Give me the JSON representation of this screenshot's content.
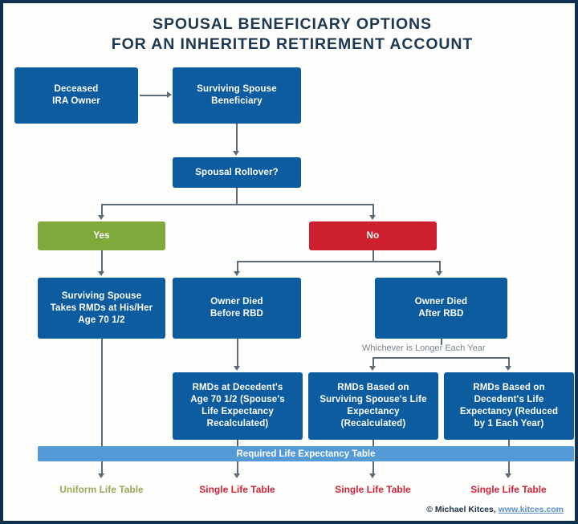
{
  "chart_data": {
    "type": "diagram",
    "title": "SPOUSAL BENEFICIARY OPTIONS FOR AN INHERITED RETIREMENT ACCOUNT",
    "nodes": [
      {
        "id": "deceased-ira-owner",
        "label": "Deceased\nIRA Owner",
        "color": "#0e5ca0"
      },
      {
        "id": "surviving-spouse-beneficiary",
        "label": "Surviving Spouse\nBeneficiary",
        "color": "#0e5ca0"
      },
      {
        "id": "spousal-rollover",
        "label": "Spousal Rollover?",
        "color": "#0e5ca0"
      },
      {
        "id": "yes",
        "label": "Yes",
        "color": "#80a93b"
      },
      {
        "id": "no",
        "label": "No",
        "color": "#ce1f2e"
      },
      {
        "id": "surviving-spouse-rmds",
        "label": "Surviving Spouse Takes RMDs at His/Her Age 70 1/2",
        "color": "#0e5ca0"
      },
      {
        "id": "owner-died-before-rbd",
        "label": "Owner Died Before RBD",
        "color": "#0e5ca0"
      },
      {
        "id": "owner-died-after-rbd",
        "label": "Owner Died After RBD",
        "color": "#0e5ca0"
      },
      {
        "id": "rmds-decedent-70-half",
        "label": "RMDs at Decedent's Age 70 1/2 (Spouse's Life Expectancy Recalculated)",
        "color": "#0e5ca0"
      },
      {
        "id": "rmds-surviving-spouse-le",
        "label": "RMDs Based on Surviving Spouse's Life Expectancy (Recalculated)",
        "color": "#0e5ca0"
      },
      {
        "id": "rmds-decedent-le",
        "label": "RMDs Based on Decedent's Life Expectancy (Reduced by 1 Each Year)",
        "color": "#0e5ca0"
      },
      {
        "id": "required-life-expectancy-table",
        "label": "Required Life Expectancy Table",
        "color": "#539ad6"
      }
    ],
    "leaf_outcomes": [
      "Uniform Life Table",
      "Single Life Table",
      "Single Life Table",
      "Single Life Table"
    ],
    "annotations": [
      "Whichever is Longer Each Year"
    ]
  },
  "title": {
    "line1": "Spousal Beneficiary Options",
    "line2": "For an Inherited Retirement Account"
  },
  "boxes": {
    "deceased_ira_owner": {
      "line1": "Deceased",
      "line2": "IRA Owner"
    },
    "surviving_spouse_beneficiary": {
      "line1": "Surviving Spouse",
      "line2": "Beneficiary"
    },
    "spousal_rollover": {
      "label": "Spousal Rollover?"
    },
    "yes": {
      "label": "Yes"
    },
    "no": {
      "label": "No"
    },
    "surviving_spouse_rmds": {
      "line1": "Surviving Spouse",
      "line2": "Takes RMDs at His/Her",
      "line3": "Age 70 1/2"
    },
    "owner_died_before_rbd": {
      "line1": "Owner Died",
      "line2": "Before RBD"
    },
    "owner_died_after_rbd": {
      "line1": "Owner Died",
      "line2": "After RBD"
    },
    "rmds_decedent_70_half": {
      "line1": "RMDs at Decedent's",
      "line2": "Age 70 1/2 (Spouse's",
      "line3": "Life Expectancy",
      "line4": "Recalculated)"
    },
    "rmds_surviving_spouse_le": {
      "line1": "RMDs Based on",
      "line2": "Surviving Spouse's Life",
      "line3": "Expectancy",
      "line4": "(Recalculated)"
    },
    "rmds_decedent_le": {
      "line1": "RMDs Based on",
      "line2": "Decedent's Life",
      "line3": "Expectancy (Reduced",
      "line4": "by 1 Each Year)"
    },
    "required_table_bar": {
      "label": "Required Life Expectancy Table"
    }
  },
  "annotations": {
    "whichever_longer": "Whichever is Longer Each Year"
  },
  "leaves": [
    {
      "label": "Uniform Life Table",
      "color": "#9aa85e"
    },
    {
      "label": "Single Life Table",
      "color": "#d2243b"
    },
    {
      "label": "Single Life Table",
      "color": "#d2243b"
    },
    {
      "label": "Single Life Table",
      "color": "#d2243b"
    }
  ],
  "credit": {
    "copyright": "© Michael Kitces,",
    "url": "www.kitces.com"
  },
  "colors": {
    "frame": "#12314e",
    "box_blue": "#0e5ca0",
    "box_green": "#80a93b",
    "box_red": "#ce1f2e",
    "bar_light_blue": "#539ad6",
    "connector": "#5d6a78",
    "title": "#1d3851",
    "note": "#7b8794"
  }
}
